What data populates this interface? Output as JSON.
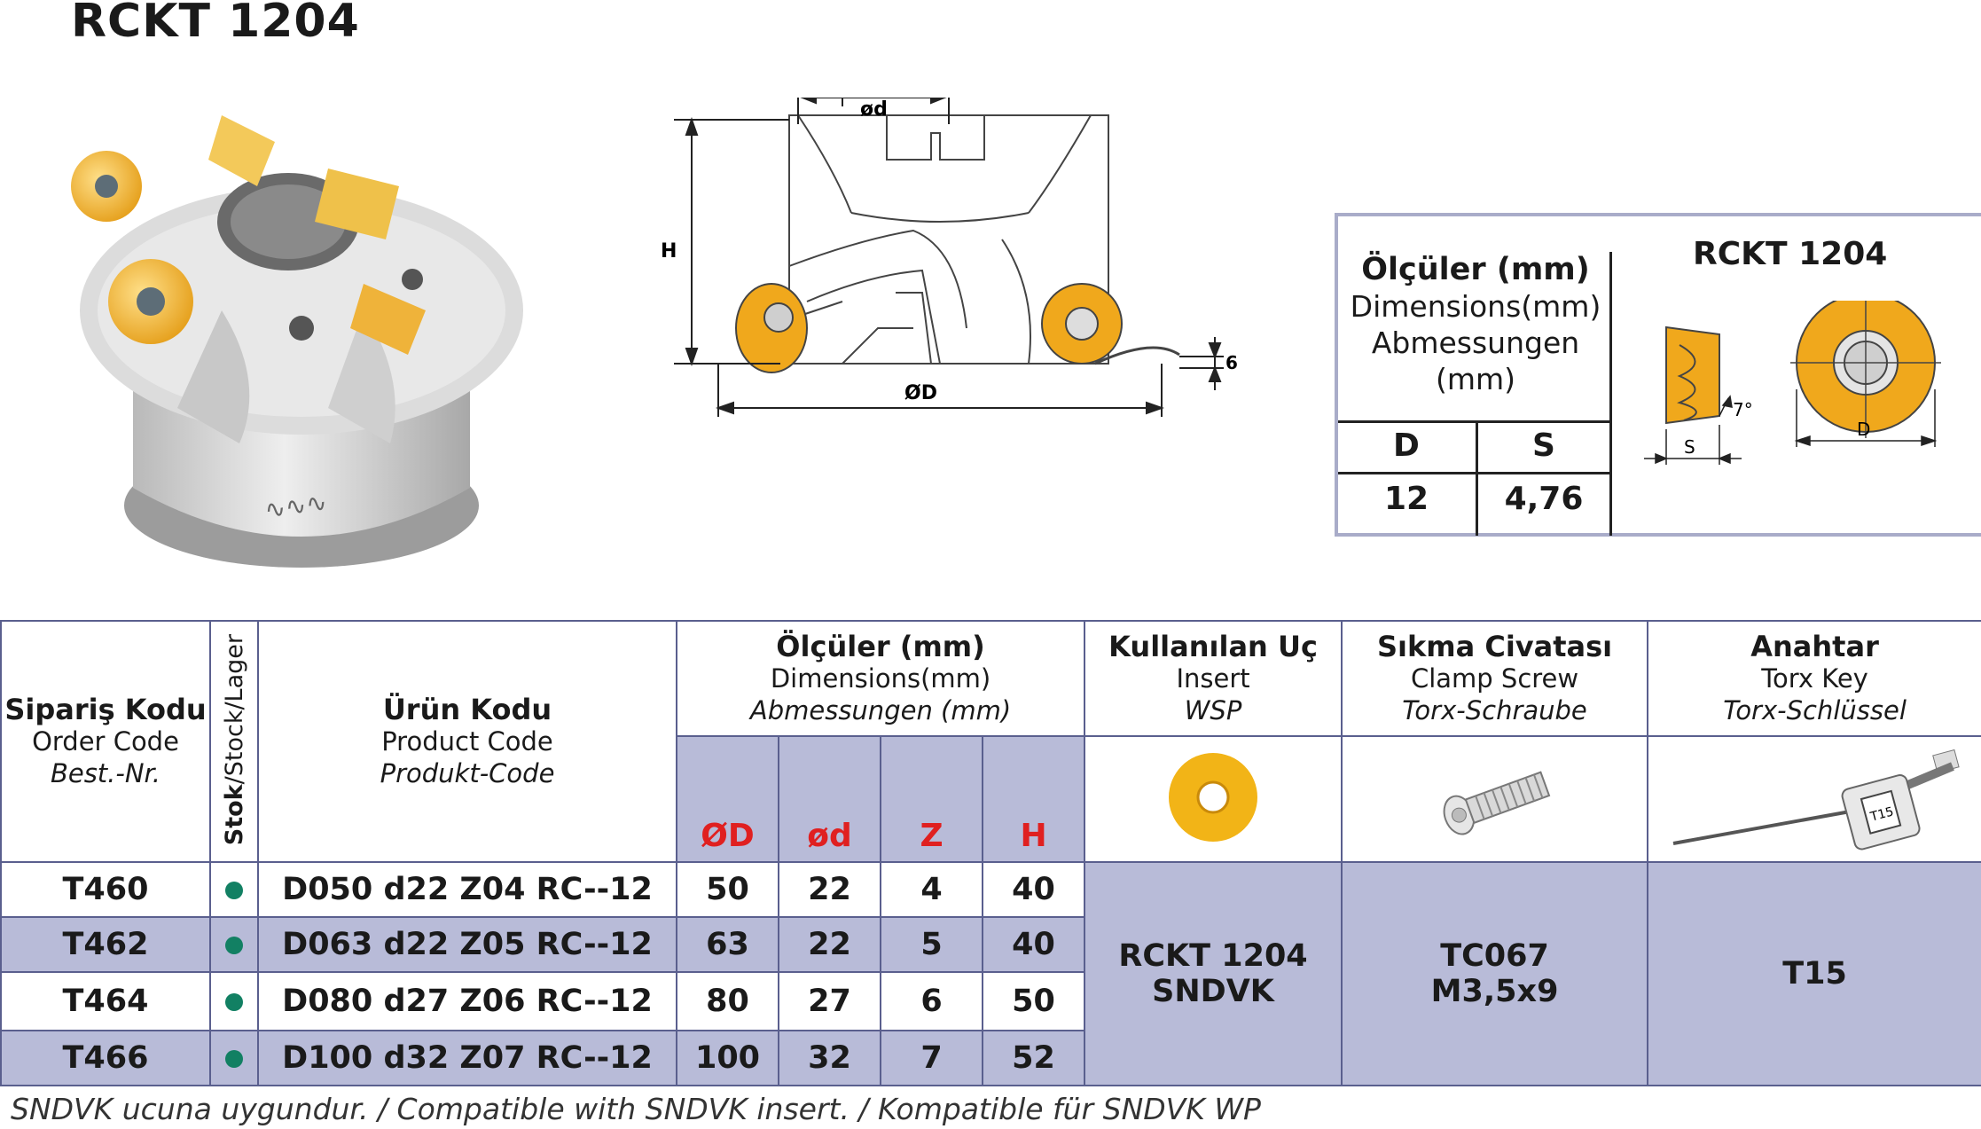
{
  "title": "RCKT 1204",
  "drawing": {
    "label_d_small": "ød",
    "label_D": "ØD",
    "label_H": "H",
    "label_6": "6"
  },
  "dim_box": {
    "head_bold": "Ölçüler (mm)",
    "head_line2": "Dimensions(mm)",
    "head_line3": "Abmessungen",
    "head_line4": "(mm)",
    "col_D": "D",
    "col_S": "S",
    "val_D": "12",
    "val_S": "4,76",
    "insert_title": "RCKT 1204",
    "label_S": "S",
    "label_D": "D",
    "label_angle": "7°"
  },
  "table": {
    "order": {
      "bold": "Sipariş Kodu",
      "normal": "Order Code",
      "italic": "Best.-Nr."
    },
    "stock": {
      "bold": "Stok",
      "rest": "/Stock/Lager"
    },
    "product": {
      "bold": "Ürün Kodu",
      "normal": "Product Code",
      "italic": "Produkt-Code"
    },
    "dims": {
      "bold": "Ölçüler (mm)",
      "normal": "Dimensions(mm)",
      "italic": "Abmessungen (mm)"
    },
    "dim_cols": [
      "ØD",
      "ød",
      "Z",
      "H"
    ],
    "insert": {
      "bold": "Kullanılan Uç",
      "normal": "Insert",
      "italic": "WSP"
    },
    "screw": {
      "bold": "Sıkma Civatası",
      "normal": "Clamp Screw",
      "italic": "Torx-Schraube"
    },
    "key": {
      "bold": "Anahtar",
      "normal": "Torx Key",
      "italic": "Torx-Schlüssel"
    },
    "rows": [
      {
        "order": "T460",
        "product": "D050 d22 Z04 RC--12",
        "D": "50",
        "d": "22",
        "Z": "4",
        "H": "40"
      },
      {
        "order": "T462",
        "product": "D063 d22 Z05 RC--12",
        "D": "63",
        "d": "22",
        "Z": "5",
        "H": "40"
      },
      {
        "order": "T464",
        "product": "D080 d27 Z06 RC--12",
        "D": "80",
        "d": "27",
        "Z": "6",
        "H": "50"
      },
      {
        "order": "T466",
        "product": "D100 d32 Z07 RC--12",
        "D": "100",
        "d": "32",
        "Z": "7",
        "H": "52"
      }
    ],
    "insert_value_1": "RCKT 1204",
    "insert_value_2": "SNDVK",
    "screw_value_1": "TC067",
    "screw_value_2": "M3,5x9",
    "key_value": "T15",
    "key_tag": "T15"
  },
  "footnote": "SNDVK ucuna uygundur. / Compatible with SNDVK insert. / Kompatible für SNDVK WP",
  "colors": {
    "accent": "#b8bbd8",
    "border": "#5a5f8e",
    "stock_dot": "#128063",
    "insert_orange": "#f0a81c",
    "header_red": "#e02020"
  }
}
